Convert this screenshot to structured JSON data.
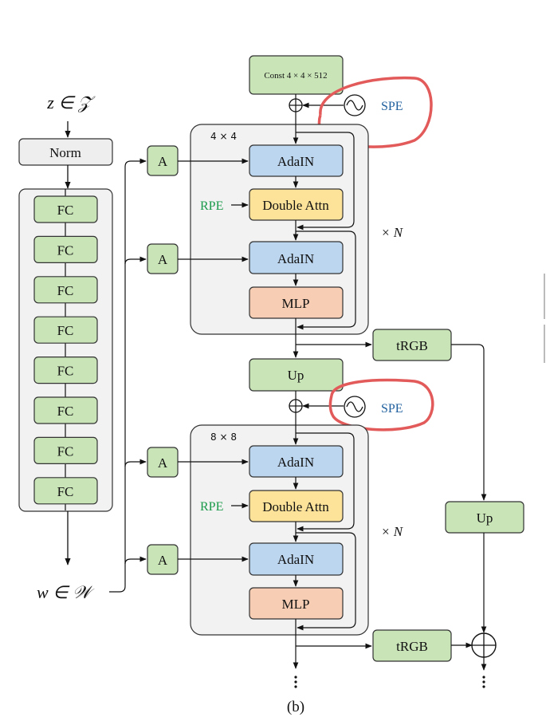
{
  "mapping": {
    "input": "z ∈ 𝒵",
    "norm": "Norm",
    "fc": [
      "FC",
      "FC",
      "FC",
      "FC",
      "FC",
      "FC",
      "FC",
      "FC"
    ],
    "output": "w ∈ 𝒲"
  },
  "affine_label": "A",
  "synthesis": {
    "const": "Const 4 × 4 × 512",
    "spe": "SPE",
    "rpe": "RPE",
    "repeat": "× N",
    "up": "Up",
    "trgb": "tRGB",
    "blocks": [
      {
        "size": "4 × 4",
        "adain1": "AdaIN",
        "attn": "Double Attn",
        "adain2": "AdaIN",
        "mlp": "MLP"
      },
      {
        "size": "8 × 8",
        "adain1": "AdaIN",
        "attn": "Double Attn",
        "adain2": "AdaIN",
        "mlp": "MLP"
      }
    ]
  },
  "caption": "(b)",
  "colors": {
    "green": "#c9e5b8",
    "blue": "#bcd6ef",
    "yellow": "#fde39a",
    "orange": "#f7cdb4",
    "gray_box": "#eeeeee",
    "panel": "#f2f2f2",
    "highlight": "#e25a5a"
  }
}
